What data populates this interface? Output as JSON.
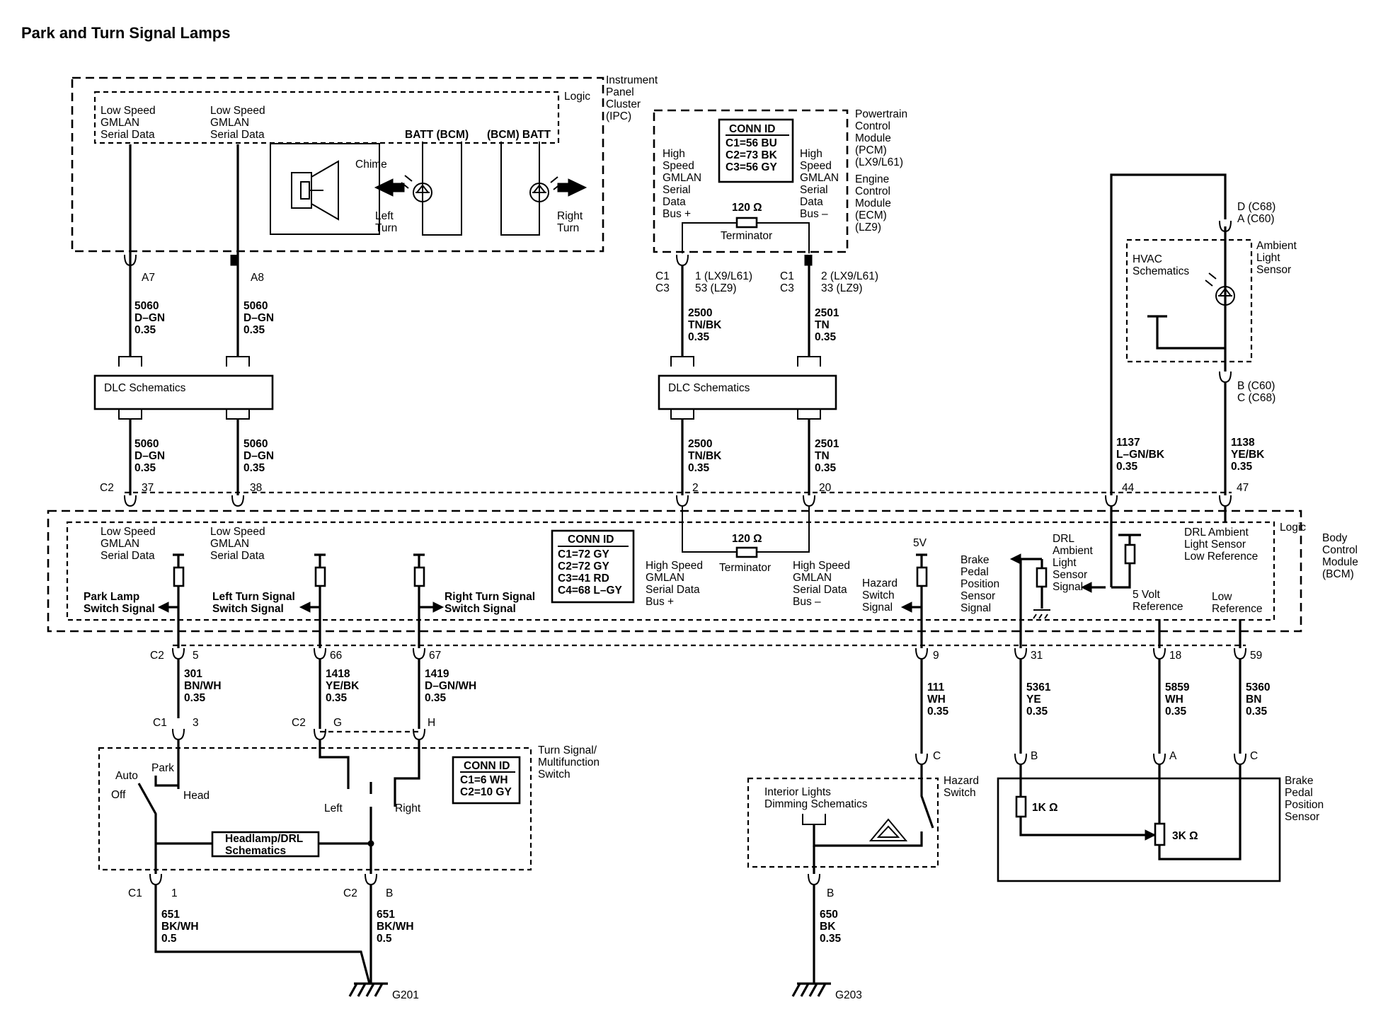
{
  "title": "Park and Turn Signal Lamps",
  "ipc": {
    "module_name": [
      "Instrument",
      "Panel",
      "Cluster",
      "(IPC)"
    ],
    "logic": "Logic",
    "serial_left": [
      "Low Speed",
      "GMLAN",
      "Serial Data"
    ],
    "serial_right": [
      "Low Speed",
      "GMLAN",
      "Serial Data"
    ],
    "chime": "Chime",
    "batt_bcm_left": "BATT  (BCM)",
    "batt_bcm_right": "(BCM) BATT",
    "left_turn": [
      "Left",
      "Turn"
    ],
    "right_turn": [
      "Right",
      "Turn"
    ]
  },
  "pcm": {
    "module_name": [
      "Powertrain",
      "Control",
      "Module",
      "(PCM)",
      "(LX9/L61)",
      "Engine",
      "Control",
      "Module",
      "(ECM)",
      "(LZ9)"
    ],
    "conn_id": [
      "CONN ID",
      "C1=56 BU",
      "C2=73 BK",
      "C3=56 GY"
    ],
    "bus_plus": [
      "High",
      "Speed",
      "GMLAN",
      "Serial",
      "Data",
      "Bus +"
    ],
    "bus_minus": [
      "High",
      "Speed",
      "GMLAN",
      "Serial",
      "Data",
      "Bus –"
    ],
    "terminator_value": "120 Ω",
    "terminator": "Terminator",
    "pin_left_conn": [
      "C1",
      "C3"
    ],
    "pin_left": [
      "1 (LX9/L61)",
      "53 (LZ9)"
    ],
    "pin_right_conn": [
      "C1",
      "C3"
    ],
    "pin_right": [
      "2 (LX9/L61)",
      "33 (LZ9)"
    ]
  },
  "ambient_sensor": {
    "name": [
      "Ambient",
      "Light",
      "Sensor"
    ],
    "hvac": [
      "HVAC",
      "Schematics"
    ],
    "top_pins": [
      "D (C68)",
      "A (C60)"
    ],
    "bottom_pins": [
      "B (C60)",
      "C (C68)"
    ]
  },
  "dlc": {
    "left": "DLC Schematics",
    "right": "DLC Schematics"
  },
  "bcm": {
    "module_name": [
      "Body",
      "Control",
      "Module",
      "(BCM)"
    ],
    "logic": "Logic",
    "conn_id": [
      "CONN ID",
      "C1=72 GY",
      "C2=72 GY",
      "C3=41 RD",
      "C4=68 L–GY"
    ],
    "serial_left": [
      "Low Speed",
      "GMLAN",
      "Serial Data"
    ],
    "serial_right": [
      "Low Speed",
      "GMLAN",
      "Serial Data"
    ],
    "park_lamp": [
      "Park Lamp",
      "Switch Signal"
    ],
    "left_turn": [
      "Left Turn Signal",
      "Switch Signal"
    ],
    "right_turn": [
      "Right Turn Signal",
      "Switch Signal"
    ],
    "hs_plus": [
      "High Speed",
      "GMLAN",
      "Serial Data",
      "Bus +"
    ],
    "hs_minus": [
      "High Speed",
      "GMLAN",
      "Serial Data",
      "Bus –"
    ],
    "terminator_value": "120 Ω",
    "terminator": "Terminator",
    "five_v": "5V",
    "hazard_signal": [
      "Hazard",
      "Switch",
      "Signal"
    ],
    "brake_signal": [
      "Brake",
      "Pedal",
      "Position",
      "Sensor",
      "Signal"
    ],
    "drl_signal": [
      "DRL",
      "Ambient",
      "Light",
      "Sensor",
      "Signal"
    ],
    "drl_low_ref": [
      "DRL Ambient",
      "Light Sensor",
      "Low Reference"
    ],
    "five_volt_ref": [
      "5 Volt",
      "Reference"
    ],
    "low_ref": [
      "Low",
      "Reference"
    ]
  },
  "wires": {
    "w5060_upper_a": [
      "5060",
      "D–GN",
      "0.35"
    ],
    "w5060_upper_b": [
      "5060",
      "D–GN",
      "0.35"
    ],
    "w5060_lower_a": [
      "5060",
      "D–GN",
      "0.35"
    ],
    "w5060_lower_b": [
      "5060",
      "D–GN",
      "0.35"
    ],
    "w2500_upper": [
      "2500",
      "TN/BK",
      "0.35"
    ],
    "w2501_upper": [
      "2501",
      "TN",
      "0.35"
    ],
    "w2500_lower": [
      "2500",
      "TN/BK",
      "0.35"
    ],
    "w2501_lower": [
      "2501",
      "TN",
      "0.35"
    ],
    "w1137": [
      "1137",
      "L–GN/BK",
      "0.35"
    ],
    "w1138": [
      "1138",
      "YE/BK",
      "0.35"
    ],
    "w301": [
      "301",
      "BN/WH",
      "0.35"
    ],
    "w1418": [
      "1418",
      "YE/BK",
      "0.35"
    ],
    "w1419": [
      "1419",
      "D–GN/WH",
      "0.35"
    ],
    "w111": [
      "111",
      "WH",
      "0.35"
    ],
    "w5361": [
      "5361",
      "YE",
      "0.35"
    ],
    "w5859": [
      "5859",
      "WH",
      "0.35"
    ],
    "w5360": [
      "5360",
      "BN",
      "0.35"
    ],
    "w651_a": [
      "651",
      "BK/WH",
      "0.5"
    ],
    "w651_b": [
      "651",
      "BK/WH",
      "0.5"
    ],
    "w650": [
      "650",
      "BK",
      "0.35"
    ]
  },
  "pins": {
    "a7": "A7",
    "a8": "A8",
    "c2_top": "C2",
    "p37": "37",
    "p38": "38",
    "p2": "2",
    "p20": "20",
    "p44": "44",
    "p47": "47",
    "c2_bot": "C2",
    "p5": "5",
    "p66": "66",
    "p67": "67",
    "p9": "9",
    "p31": "31",
    "p18": "18",
    "p59": "59",
    "c1_s": "C1",
    "s3": "3",
    "c2_g": "C2",
    "g": "G",
    "h": "H",
    "c1_1": "C1",
    "p1": "1",
    "c2_b": "C2",
    "pb": "B",
    "hz_c": "C",
    "hz_b": "B",
    "bp_b": "B",
    "bp_a": "A",
    "bp_c": "C"
  },
  "turn_switch": {
    "name": [
      "Turn Signal/",
      "Multifunction",
      "Switch"
    ],
    "conn_id": [
      "CONN ID",
      "C1=6 WH",
      "C2=10 GY"
    ],
    "auto": "Auto",
    "off": "Off",
    "park": "Park",
    "head": "Head",
    "left": "Left",
    "right": "Right",
    "headlamp": [
      "Headlamp/DRL",
      "Schematics"
    ]
  },
  "hazard": {
    "name": [
      "Hazard",
      "Switch"
    ],
    "interior": [
      "Interior Lights",
      "Dimming Schematics"
    ]
  },
  "brake_sensor": {
    "name": [
      "Brake",
      "Pedal",
      "Position",
      "Sensor"
    ],
    "r1": "1K Ω",
    "r2": "3K Ω"
  },
  "grounds": {
    "g201": "G201",
    "g203": "G203"
  }
}
